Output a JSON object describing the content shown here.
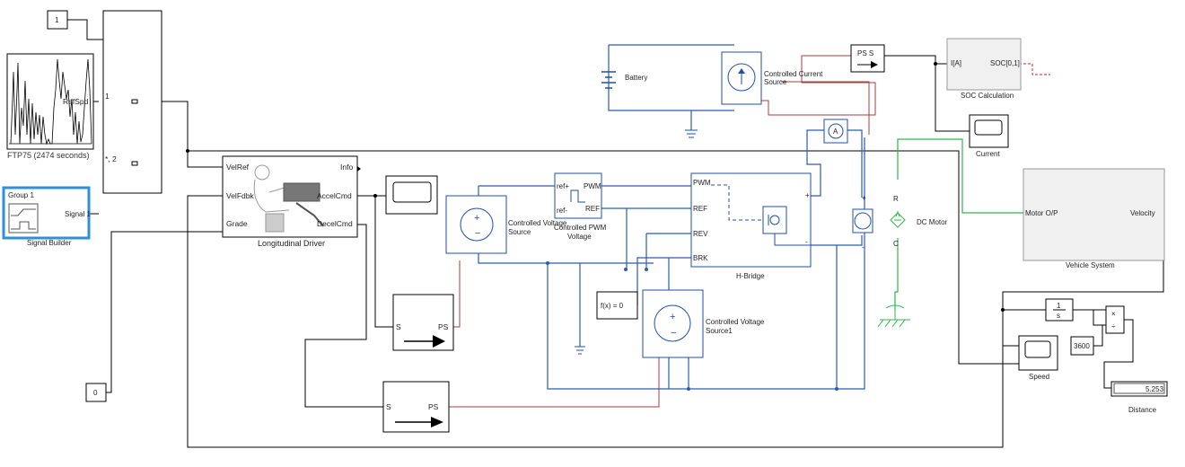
{
  "blocks": {
    "const1": "1",
    "const0": "0",
    "const3600": "3600",
    "ftp75": "FTP75 (2474  seconds)",
    "refspd": "RefSpd",
    "mux_in1": "1",
    "mux_in2": "*, 2",
    "signal_builder": {
      "group": "Group 1",
      "port": "Signal 1",
      "name": "Signal Builder"
    },
    "driver": {
      "in": [
        "VelRef",
        "VelFdbk",
        "Grade"
      ],
      "out": [
        "Info",
        "AccelCmd",
        "DecelCmd"
      ],
      "name": "Longitudinal Driver"
    },
    "battery": "Battery",
    "ccs": "Controlled Current\nSource",
    "ps_s": "PS  S",
    "soc": {
      "in": "I[A]",
      "out": "SOC[0,1]",
      "name": "SOC Calculation"
    },
    "current": "Current",
    "ammeter": "A",
    "cvs": "Controlled Voltage\nSource",
    "pwm": {
      "ports": [
        "ref+",
        "ref-",
        "PWM",
        "REF"
      ],
      "name": "Controlled PWM\nVoltage"
    },
    "hbridge": {
      "ports": [
        "PWM",
        "REF",
        "REV",
        "BRK"
      ],
      "name": "H-Bridge"
    },
    "fx": "f(x) = 0",
    "cvs1": "Controlled Voltage\nSource1",
    "s_ps1": {
      "s": "S",
      "ps": "PS"
    },
    "s_ps2": {
      "s": "S",
      "ps": "PS"
    },
    "dcmotor": {
      "name": "DC Motor",
      "r": "R",
      "c": "C",
      "plus": "+",
      "minus": "-"
    },
    "vehicle": {
      "in": "Motor O/P",
      "out": "Velocity",
      "name": "Vehicle System"
    },
    "integrator": {
      "num": "1",
      "den": "s"
    },
    "product": "×",
    "speed": "Speed",
    "distance": {
      "value": "5.253",
      "name": "Distance"
    }
  },
  "colors": {
    "signal": "#000000",
    "physical": "#2a5bb8",
    "electrical": "#a04040",
    "mechanical": "#2db84a",
    "selected": "#2f8fd8"
  }
}
